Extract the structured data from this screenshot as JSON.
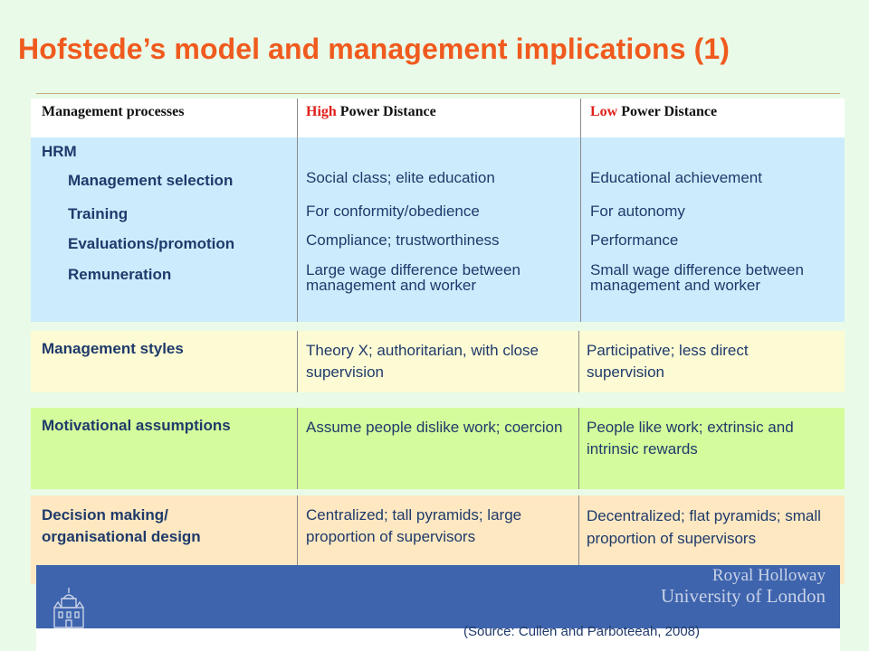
{
  "title": "Hofstede’s model and management implications (1)",
  "header": {
    "col1": "Management processes",
    "col2_hi": "High",
    "col2_rest": " Power Distance",
    "col3_hi": "Low",
    "col3_rest": " Power Distance"
  },
  "hrm": {
    "heading": "HRM",
    "rows": [
      {
        "process": "Management selection",
        "high": "Social class; elite education",
        "low": "Educational achievement"
      },
      {
        "process": "Training",
        "high": "For conformity/obedience",
        "low": "For autonomy"
      },
      {
        "process": "Evaluations/promotion",
        "high": "Compliance; trustworthiness",
        "low": "Performance"
      },
      {
        "process": "Remuneration",
        "high": "Large wage difference between management and worker",
        "low": "Small wage difference between management and worker"
      }
    ]
  },
  "styles": {
    "process": "Management styles",
    "high": "Theory X; authoritarian, with close supervision",
    "low": "Participative; less direct supervision"
  },
  "motivation": {
    "process": "Motivational assumptions",
    "high": "Assume people dislike work; coercion",
    "low": "People like work; extrinsic and intrinsic rewards"
  },
  "decision": {
    "process": "Decision making/ organisational design",
    "high": "Centralized; tall pyramids; large proportion of supervisors",
    "low": "Decentralized; flat pyramids; small proportion of supervisors"
  },
  "branding": {
    "line1": "Royal Holloway",
    "line2": "University of London"
  },
  "source": "(Source: Cullen and Parboteeah, 2008)",
  "colors": {
    "title": "#f05a1e",
    "accent_red": "#e0201b",
    "footer": "#3e64ad"
  }
}
